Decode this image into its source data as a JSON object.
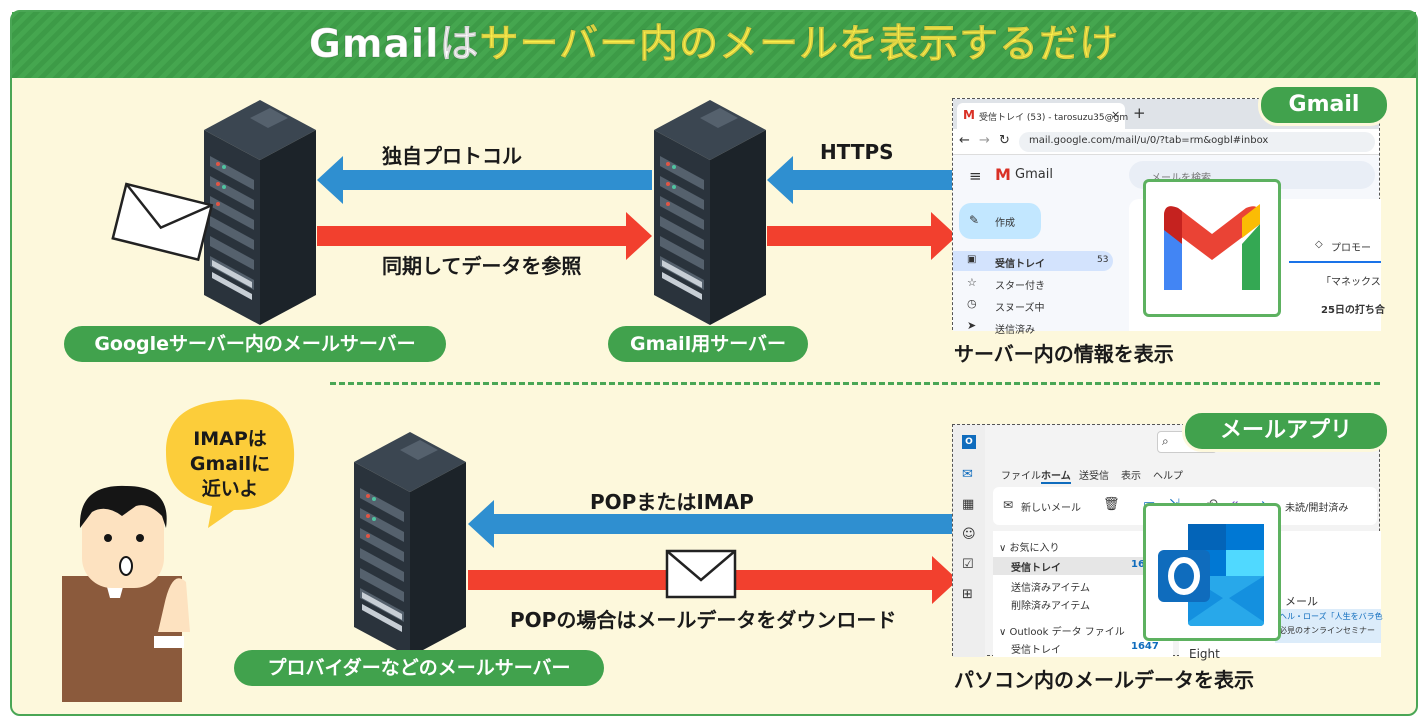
{
  "title": {
    "part1": "Gmailは",
    "part2": "サーバー内のメールを表示するだけ"
  },
  "top": {
    "server_left_label": "Googleサーバー内のメールサーバー",
    "server_mid_label": "Gmail用サーバー",
    "arrow_upper_label": "独自プロトコル",
    "arrow_lower_label": "同期してデータを参照",
    "arrow_right_label": "HTTPS",
    "screen_caption": "サーバー内の情報を表示",
    "badge": "Gmail",
    "browser": {
      "tab_title": "受信トレイ (53) - tarosuzu35@gm",
      "tab_close": "×",
      "new_tab": "+",
      "url": "mail.google.com/mail/u/0/?tab=rm&ogbl#inbox",
      "app_name": "Gmail",
      "search_placeholder": "メールを検索",
      "compose": "作成",
      "nav": [
        {
          "label": "受信トレイ",
          "count": "53"
        },
        {
          "label": "スター付き",
          "count": ""
        },
        {
          "label": "スヌーズ中",
          "count": ""
        },
        {
          "label": "送信済み",
          "count": ""
        }
      ],
      "tag_text": "プロモー",
      "list_item_1": "「マネックス",
      "list_item_2": "25日の打ち合"
    }
  },
  "bottom": {
    "bubble_lines": [
      "IMAPは",
      "Gmailに",
      "近いよ"
    ],
    "server_label": "プロバイダーなどのメールサーバー",
    "arrow_upper_label": "POPまたはIMAP",
    "arrow_lower_label": "POPの場合はメールデータをダウンロード",
    "screen_caption": "パソコン内のメールデータを表示",
    "badge": "メールアプリ",
    "outlook": {
      "menu": [
        "ファイル",
        "ホーム",
        "送受信",
        "表示",
        "ヘルプ"
      ],
      "new_mail": "新しいメール",
      "unread_read": "未読/開封済み",
      "favorites": "お気に入り",
      "folders": [
        {
          "label": "受信トレイ",
          "count": "1647"
        },
        {
          "label": "送信済みアイテム",
          "count": ""
        },
        {
          "label": "削除済みアイテム",
          "count": ""
        }
      ],
      "account": "Outlook データ ファイル",
      "account_inbox": "受信トレイ",
      "account_inbox_count": "1647",
      "preview_title": "メール",
      "preview_line1": "ヘル・ローズ「人生をバラ色",
      "preview_line2": "必見のオンラインセミナー",
      "preview_sender": "Eight"
    }
  },
  "colors": {
    "green": "#41a24d",
    "blue_arrow": "#2f8fd0",
    "red_arrow": "#f2402e",
    "background": "#fdf8dc"
  }
}
